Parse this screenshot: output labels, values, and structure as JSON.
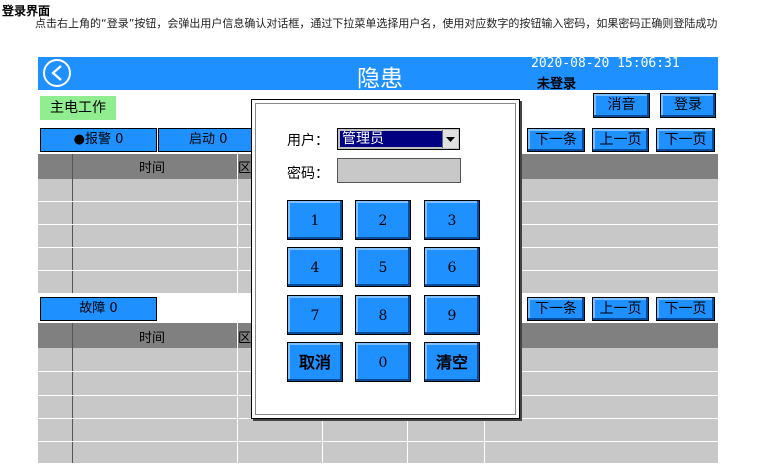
{
  "doc": {
    "title": "登录界面",
    "description": "点击右上角的“登录”按钮，会弹出用户信息确认对话框，通过下拉菜单选择用户名，使用对应数字的按钮输入密码，如果密码正确则登陆成功"
  },
  "header": {
    "title": "隐患",
    "datetime": "2020-08-20 15:06:31",
    "login_status": "未登录",
    "color": "#1e90ff"
  },
  "status": {
    "label": "主电工作",
    "color": "#90ee90"
  },
  "actions": {
    "mute": "消音",
    "login": "登录"
  },
  "alarm_tabs": {
    "alarm": "●报警 0",
    "start": "启动 0"
  },
  "fault_tab": "故障 0",
  "pager": {
    "next_item": "下一条",
    "prev_page": "上一页",
    "next_page": "下一页"
  },
  "table": {
    "col_time": "时间",
    "col_zone": "区"
  },
  "dialog": {
    "user_label": "用户：",
    "user_value": "管理员",
    "password_label": "密码：",
    "keys": [
      "1",
      "2",
      "3",
      "4",
      "5",
      "6",
      "7",
      "8",
      "9",
      "取消",
      "0",
      "清空"
    ]
  }
}
